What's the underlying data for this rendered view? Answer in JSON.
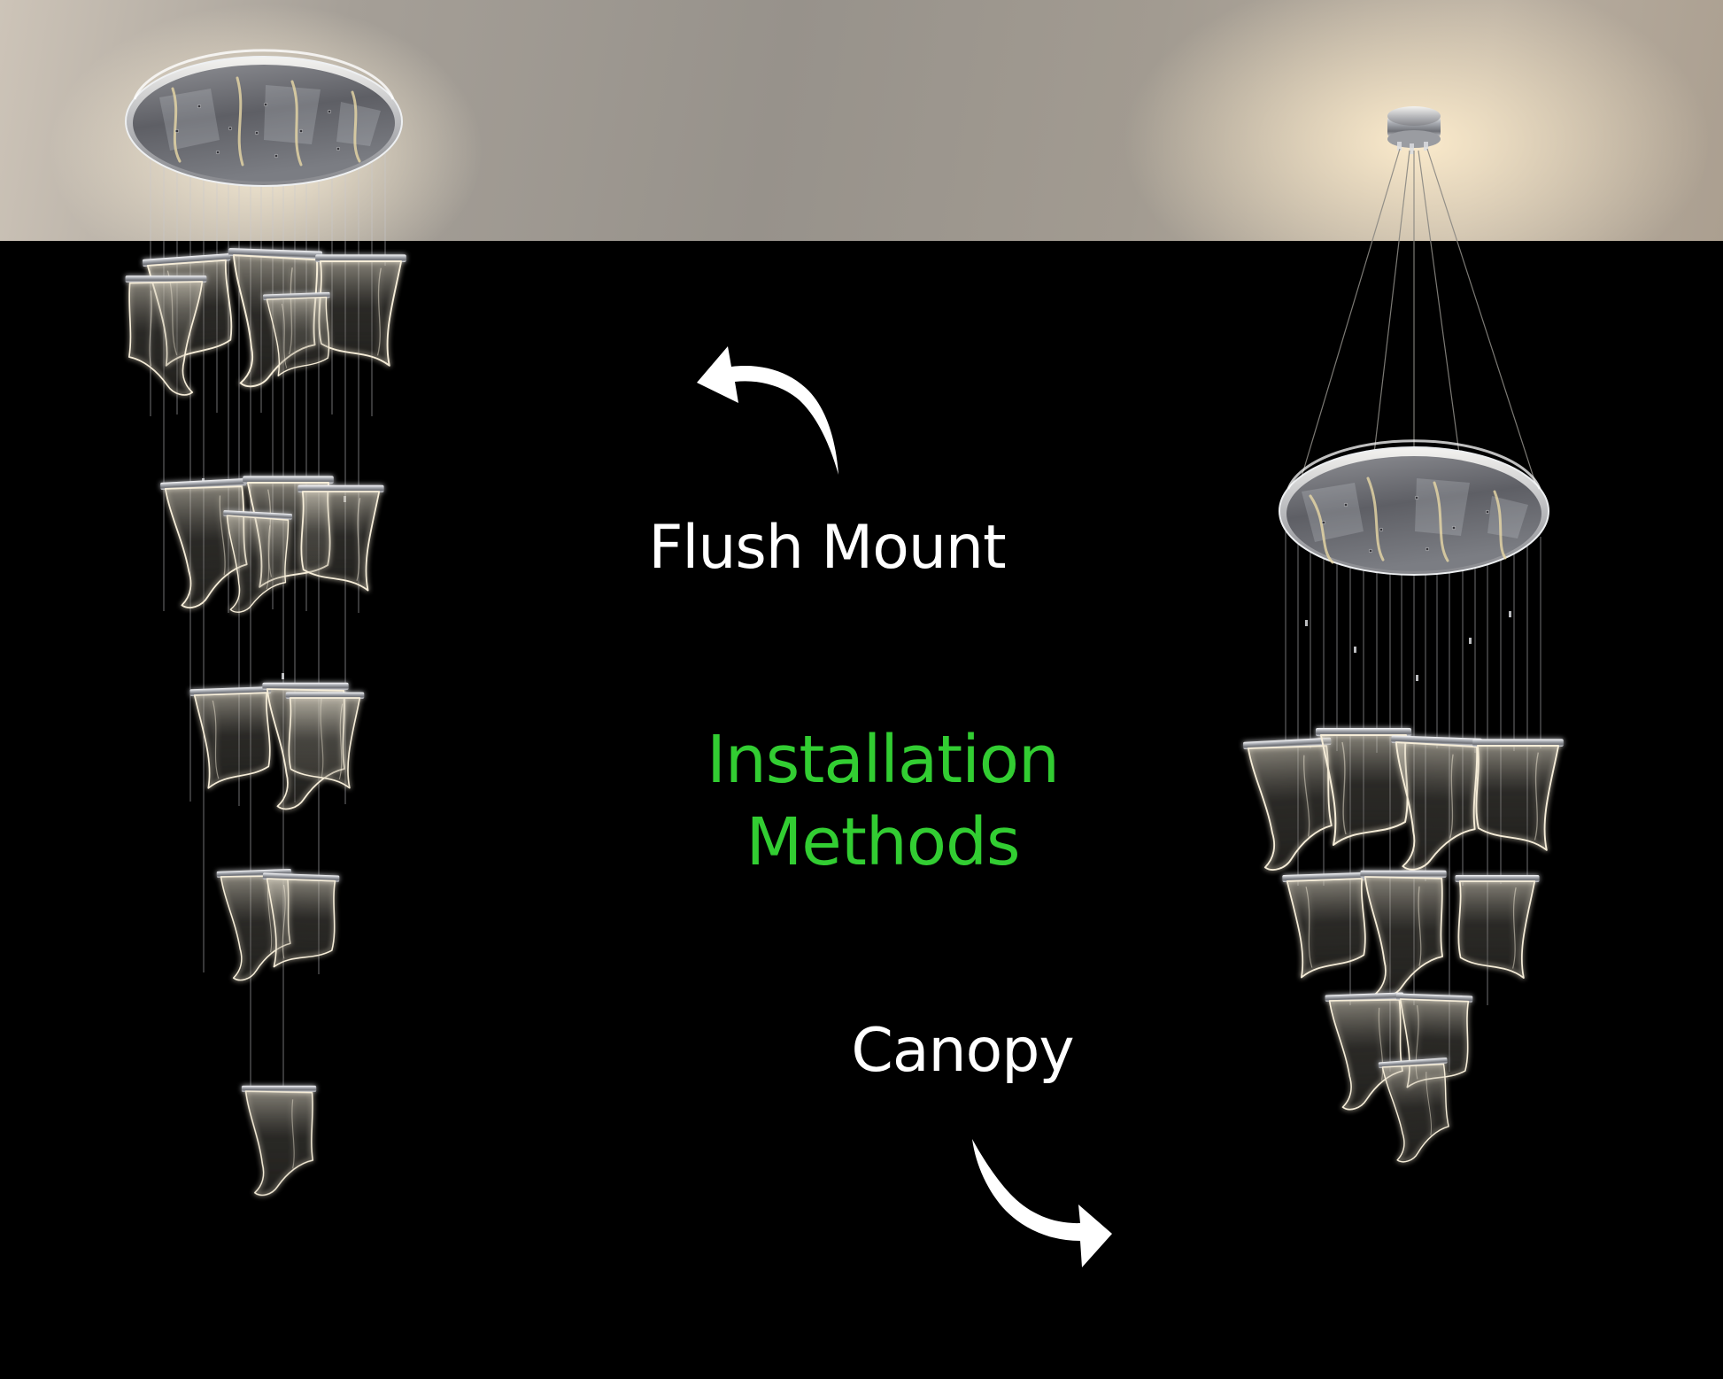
{
  "page": {
    "title": "Installation Methods"
  },
  "labels": {
    "flush_mount": "Flush Mount",
    "installation_line1": "Installation",
    "installation_line2": "Methods",
    "canopy": "Canopy"
  },
  "icons": {
    "up_left_arrow": "curved-arrow-up-left",
    "down_right_arrow": "curved-arrow-down-right"
  },
  "figures": {
    "left_fixture": "flush-mount-chandelier",
    "right_fixture": "canopy-chandelier"
  },
  "colors": {
    "background": "#000000",
    "ceiling_base": "#97928b",
    "ceiling_warm_glow": "#f2e3c4",
    "label_text": "#ffffff",
    "accent_green": "#32cd32",
    "arrow": "#ffffff",
    "chrome_light": "#f2f2f4",
    "panel_glow": "#f6edd8"
  }
}
